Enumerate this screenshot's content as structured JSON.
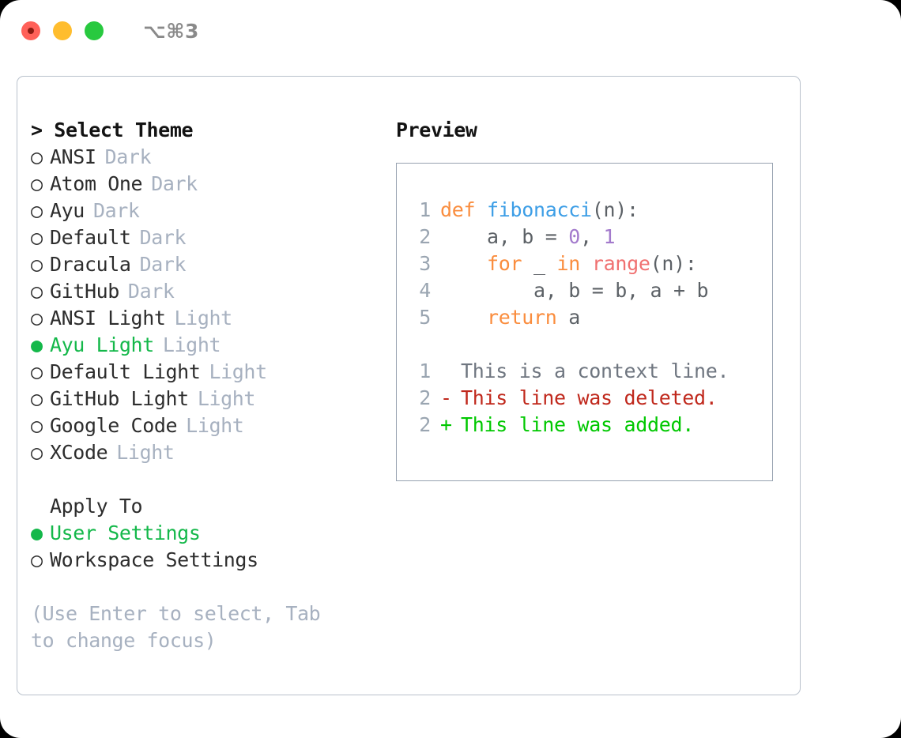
{
  "titlebar": {
    "shortcut": "⌥⌘3",
    "buttons": [
      "close",
      "minimize",
      "maximize"
    ]
  },
  "left": {
    "header": "> Select Theme",
    "themes": [
      {
        "radio": "○",
        "name": "ANSI",
        "tag": "Dark",
        "selected": false
      },
      {
        "radio": "○",
        "name": "Atom One",
        "tag": "Dark",
        "selected": false
      },
      {
        "radio": "○",
        "name": "Ayu",
        "tag": "Dark",
        "selected": false
      },
      {
        "radio": "○",
        "name": "Default",
        "tag": "Dark",
        "selected": false
      },
      {
        "radio": "○",
        "name": "Dracula",
        "tag": "Dark",
        "selected": false
      },
      {
        "radio": "○",
        "name": "GitHub",
        "tag": "Dark",
        "selected": false
      },
      {
        "radio": "○",
        "name": "ANSI Light",
        "tag": "Light",
        "selected": false
      },
      {
        "radio": "●",
        "name": "Ayu Light",
        "tag": "Light",
        "selected": true
      },
      {
        "radio": "○",
        "name": "Default Light",
        "tag": "Light",
        "selected": false
      },
      {
        "radio": "○",
        "name": "GitHub Light",
        "tag": "Light",
        "selected": false
      },
      {
        "radio": "○",
        "name": "Google Code",
        "tag": "Light",
        "selected": false
      },
      {
        "radio": "○",
        "name": "XCode",
        "tag": "Light",
        "selected": false
      }
    ],
    "apply_to": {
      "title": "Apply To",
      "options": [
        {
          "radio": "●",
          "name": "User Settings",
          "selected": true
        },
        {
          "radio": "○",
          "name": "Workspace Settings",
          "selected": false
        }
      ]
    },
    "hint": "(Use Enter to select, Tab to change focus)"
  },
  "right": {
    "title": "Preview",
    "code": [
      {
        "num": "1",
        "tokens": [
          {
            "t": "def ",
            "c": "kw"
          },
          {
            "t": "fibonacci",
            "c": "fn"
          },
          {
            "t": "(n):",
            "c": "plain"
          }
        ]
      },
      {
        "num": "2",
        "tokens": [
          {
            "t": "    a, b = ",
            "c": "plain"
          },
          {
            "t": "0",
            "c": "num"
          },
          {
            "t": ", ",
            "c": "plain"
          },
          {
            "t": "1",
            "c": "num"
          }
        ]
      },
      {
        "num": "3",
        "tokens": [
          {
            "t": "    ",
            "c": "plain"
          },
          {
            "t": "for",
            "c": "kw"
          },
          {
            "t": " _ ",
            "c": "plain"
          },
          {
            "t": "in",
            "c": "kw"
          },
          {
            "t": " ",
            "c": "plain"
          },
          {
            "t": "range",
            "c": "call"
          },
          {
            "t": "(n):",
            "c": "plain"
          }
        ]
      },
      {
        "num": "4",
        "tokens": [
          {
            "t": "        a, b = b, a + b",
            "c": "plain"
          }
        ]
      },
      {
        "num": "5",
        "tokens": [
          {
            "t": "    ",
            "c": "plain"
          },
          {
            "t": "return",
            "c": "kw"
          },
          {
            "t": " a",
            "c": "plain"
          }
        ]
      }
    ],
    "diff": [
      {
        "num": "1",
        "sign": " ",
        "text": "This is a context line.",
        "kind": "ctx"
      },
      {
        "num": "2",
        "sign": "-",
        "text": "This line was deleted.",
        "kind": "del"
      },
      {
        "num": "2",
        "sign": "+",
        "text": "This line was added.",
        "kind": "add"
      }
    ]
  },
  "colors": {
    "accent_green": "#14b84a",
    "tag_gray": "#a7b1c0",
    "keyword": "#fa8d3e",
    "function": "#3d9ee6",
    "number": "#a37acc",
    "call": "#f07171",
    "diff_delete": "#c0281c",
    "diff_add": "#00c800",
    "lineno": "#9aa5b1"
  }
}
